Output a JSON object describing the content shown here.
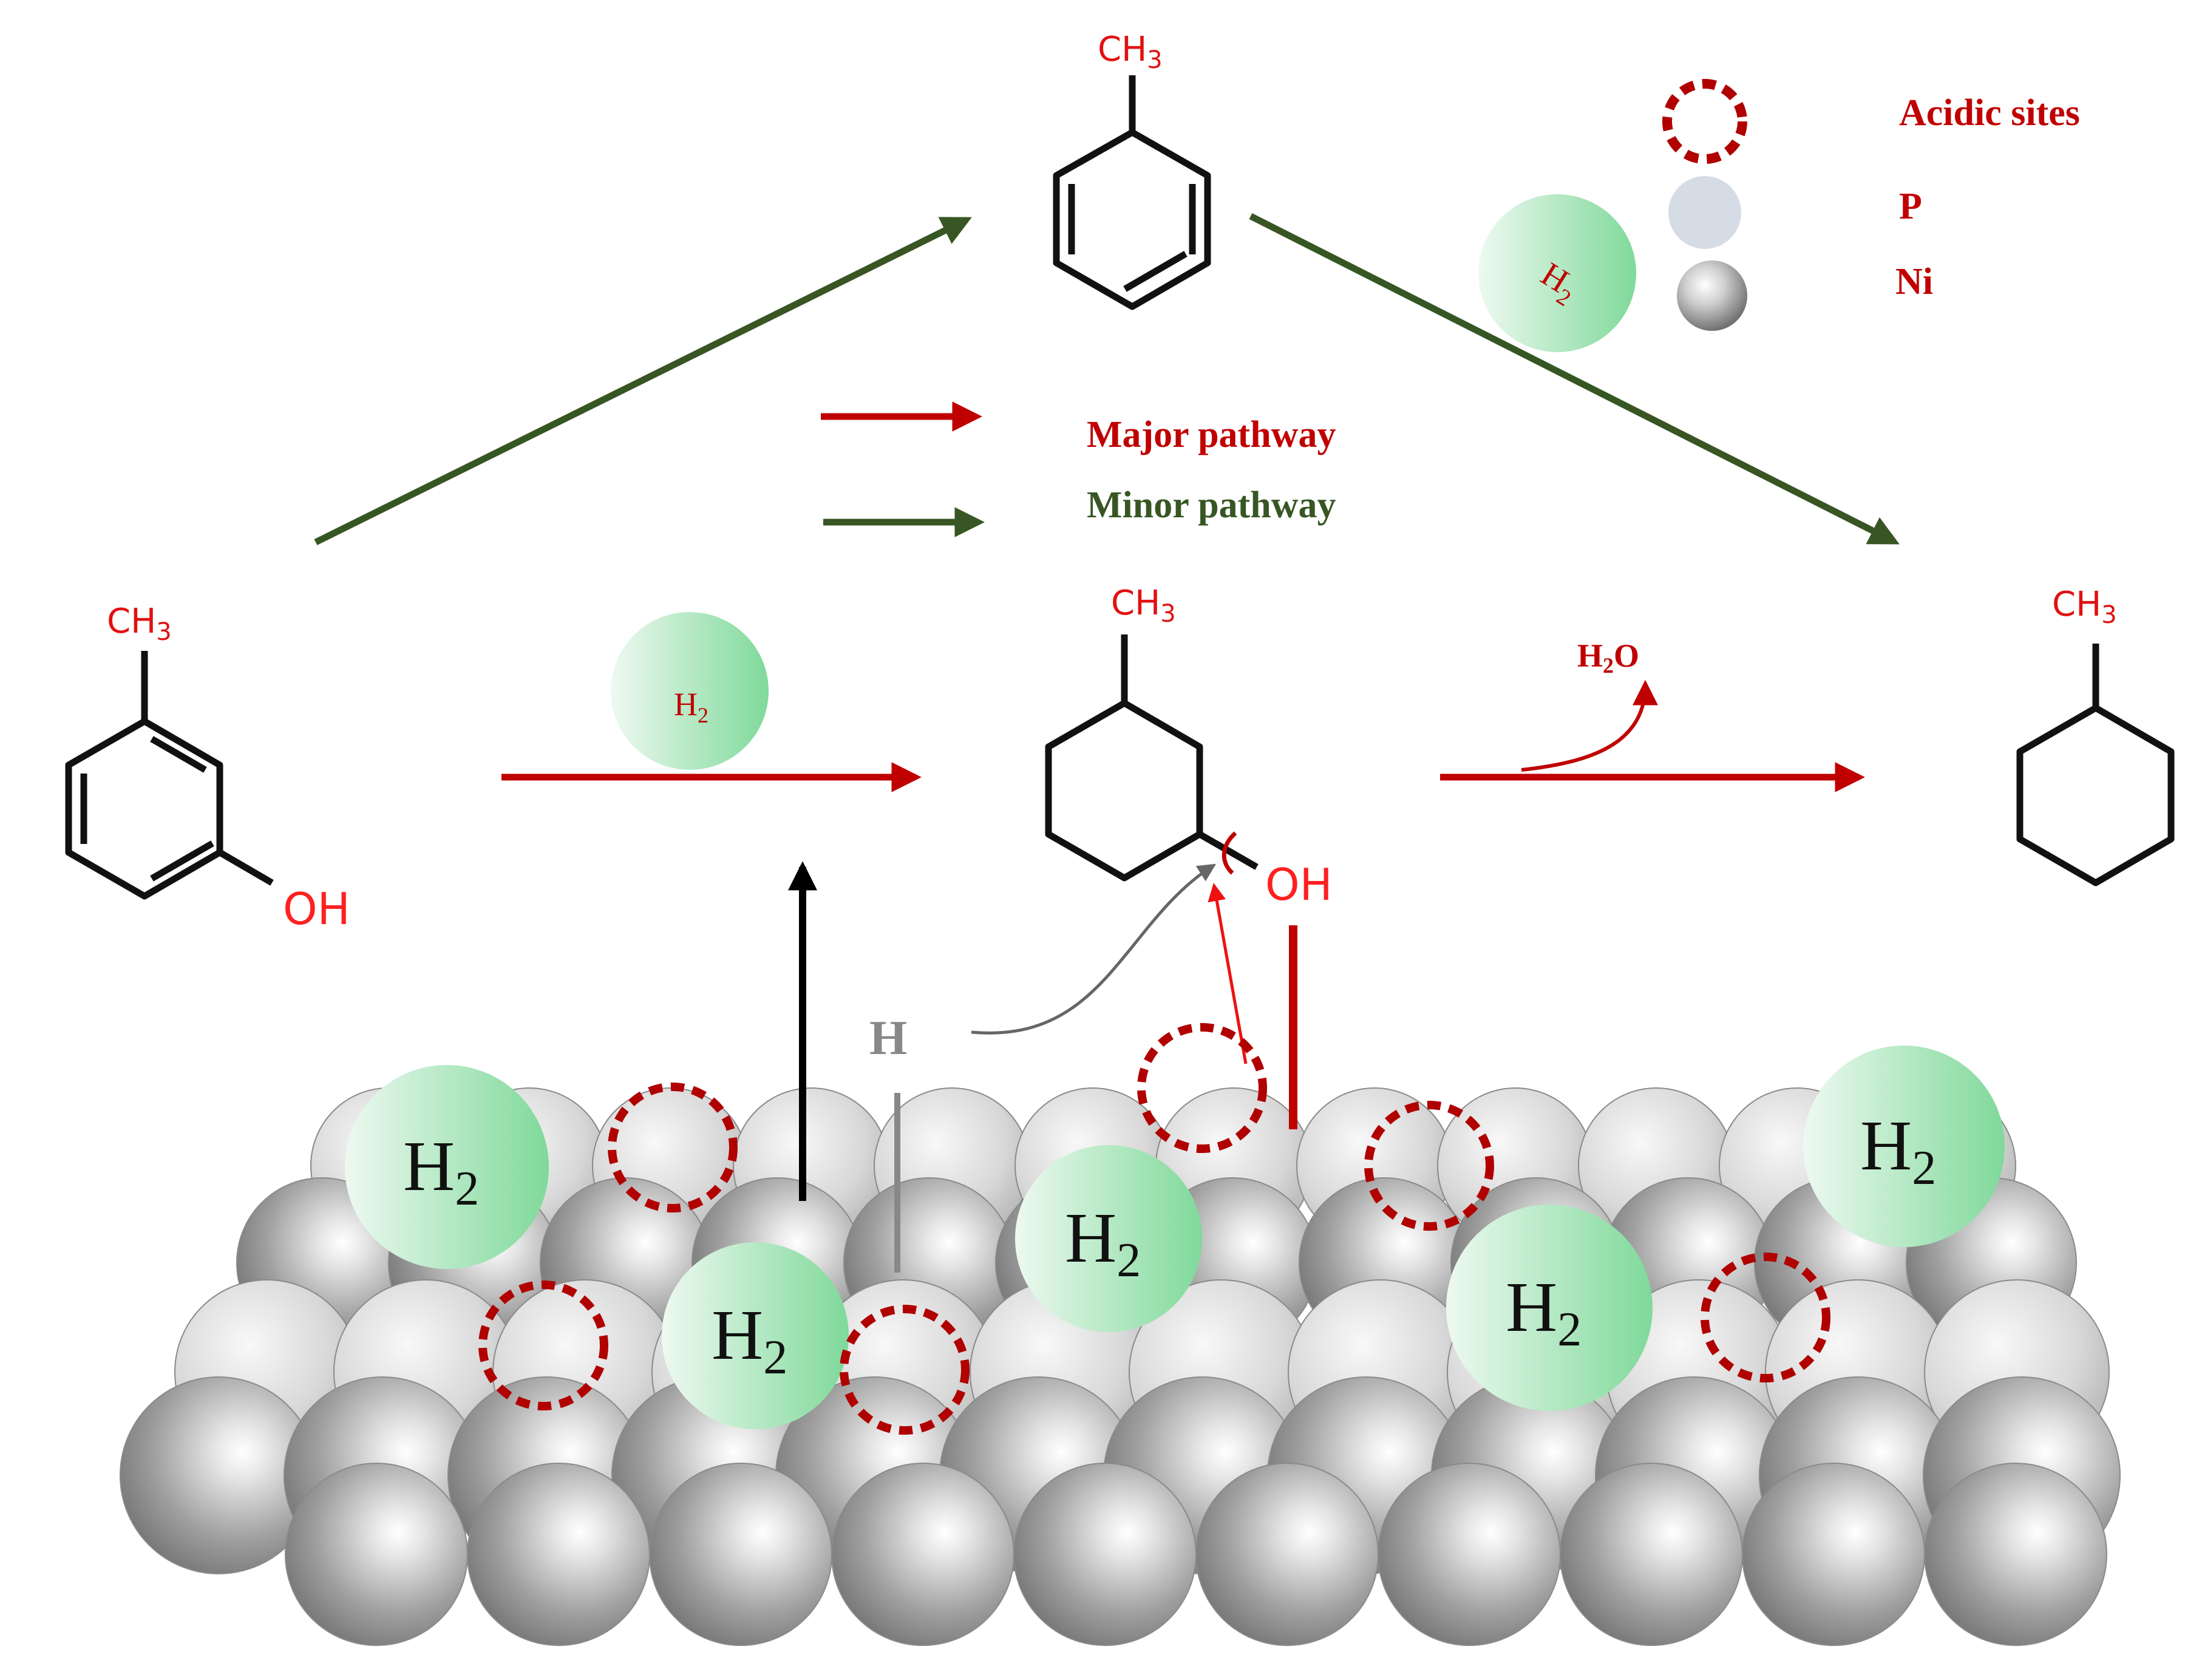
{
  "colors": {
    "major": "#c00000",
    "minor": "#375623",
    "bond": "#111111",
    "h2_light": "#e9f7ee",
    "h2_dark": "#7fd99a",
    "surface_atom": "#b3b3b3",
    "p_atom": "#d6dce5",
    "h_atom": "#888888"
  },
  "legend": {
    "acidic_sites": "Acidic sites",
    "p": "P",
    "ni": "Ni",
    "h2_main": "H",
    "h2_sub": "2"
  },
  "pathway_legend": {
    "major": "Major pathway",
    "minor": "Minor pathway"
  },
  "molecules": {
    "toluene": {
      "ch3": "CH3"
    },
    "m_cresol": {
      "ch3": "CH3",
      "oh": "OH"
    },
    "methylcyclohexanol": {
      "ch3": "CH3",
      "oh": "OH"
    },
    "methylcyclohexane": {
      "ch3": "CH3"
    }
  },
  "labels": {
    "h2_reaction_main": "H",
    "h2_reaction_sub": "2",
    "h2o_h": "H",
    "h2o_sub": "2",
    "h2o_o": "O",
    "h_atom": "H",
    "h2_main": "H",
    "h2_sub": "2"
  },
  "icons": {
    "acidic_site": "dashed-circle-icon",
    "p_atom": "p-atom-icon",
    "ni_atom": "ni-atom-icon",
    "h2_molecule": "h2-molecule-icon"
  }
}
